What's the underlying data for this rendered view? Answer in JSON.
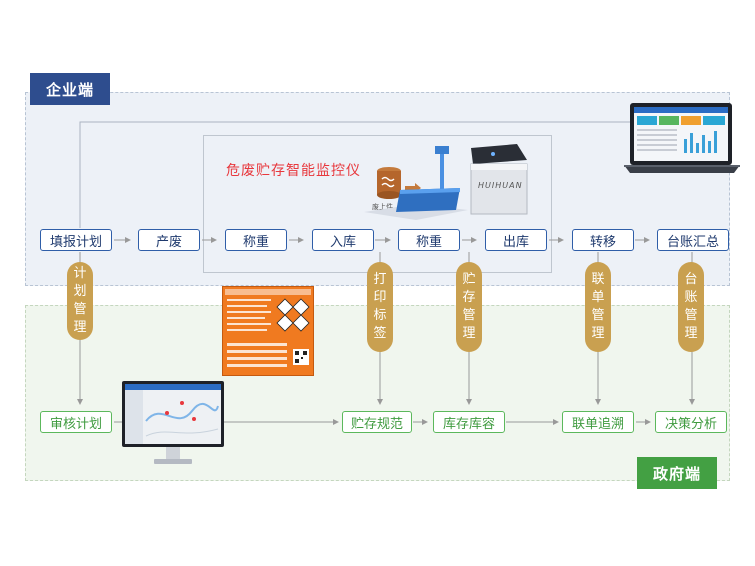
{
  "zones": {
    "enterprise": "企业端",
    "government": "政府端"
  },
  "monitor_title": "危废贮存智能监控仪",
  "scale_brand": "HUIHUAN",
  "bin_label": "废上件",
  "enterprise_flow": [
    {
      "id": "fill-plan",
      "label": "填报计划"
    },
    {
      "id": "generate",
      "label": "产废"
    },
    {
      "id": "weigh-1",
      "label": "称重"
    },
    {
      "id": "store-in",
      "label": "入库"
    },
    {
      "id": "weigh-2",
      "label": "称重"
    },
    {
      "id": "store-out",
      "label": "出库"
    },
    {
      "id": "transfer",
      "label": "转移"
    },
    {
      "id": "ledger-summary",
      "label": "台账汇总"
    }
  ],
  "government_flow": [
    {
      "id": "review-plan",
      "label": "审核计划"
    },
    {
      "id": "storage-norms",
      "label": "贮存规范"
    },
    {
      "id": "inventory-capacity",
      "label": "库存库容"
    },
    {
      "id": "manifest-trace",
      "label": "联单追溯"
    },
    {
      "id": "decision-analysis",
      "label": "决策分析"
    }
  ],
  "pills": [
    {
      "id": "plan-management",
      "chars": [
        "计",
        "划",
        "管",
        "理"
      ]
    },
    {
      "id": "print-label",
      "chars": [
        "打",
        "印",
        "标",
        "签"
      ]
    },
    {
      "id": "storage-management",
      "chars": [
        "贮",
        "存",
        "管",
        "理"
      ]
    },
    {
      "id": "manifest-management",
      "chars": [
        "联",
        "单",
        "管",
        "理"
      ]
    },
    {
      "id": "ledger-management",
      "chars": [
        "台",
        "账",
        "管",
        "理"
      ]
    }
  ],
  "colors": {
    "enterprise_label": "#2e4d8e",
    "government_label": "#43a043",
    "enterprise_node_border": "#2f5ea8",
    "government_node_border": "#5cb85c",
    "pill": "#c9a050",
    "monitor_title": "#e8383d",
    "hazard_label": "#f07a20"
  }
}
